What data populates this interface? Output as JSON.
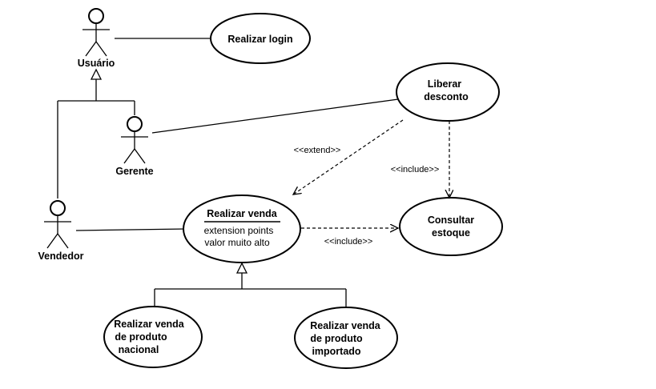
{
  "actors": {
    "usuario": "Usuário",
    "gerente": "Gerente",
    "vendedor": "Vendedor"
  },
  "use_cases": {
    "realizar_login": "Realizar login",
    "liberar_desconto": [
      "Liberar",
      "desconto"
    ],
    "consultar_estoque": [
      "Consultar",
      "estoque"
    ],
    "realizar_venda": {
      "title": "Realizar venda",
      "extension_points_label": "extension points",
      "extension_point": "valor muito alto"
    },
    "venda_nacional": [
      "Realizar venda",
      "de produto",
      "nacional"
    ],
    "venda_importado": [
      "Realizar venda",
      "de produto",
      "importado"
    ]
  },
  "relations": {
    "extend": "<<extend>>",
    "include_desconto": "<<include>>",
    "include_venda": "<<include>>"
  }
}
